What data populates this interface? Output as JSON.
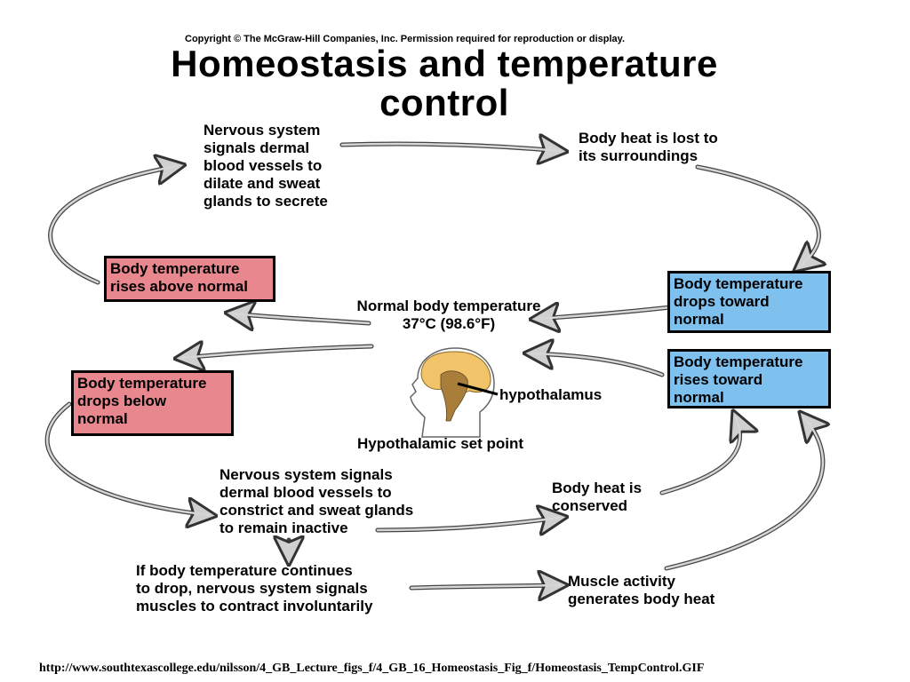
{
  "copyright": "Copyright © The McGraw-Hill Companies, Inc. Permission required for reproduction or display.",
  "title": "Homeostasis and temperature\ncontrol",
  "center": {
    "normal_temp": "Normal body temperature\n37°C (98.6°F)",
    "hypothalamus": "hypothalamus",
    "set_point": "Hypothalamic set point"
  },
  "warming_loop": {
    "rises_above": "Body temperature\nrises above normal",
    "nervous_dilate": "Nervous system\nsignals dermal\nblood vessels to\ndilate and sweat\nglands to secrete",
    "heat_lost": "Body heat is lost to\nits surroundings",
    "drops_toward": "Body temperature\ndrops toward\nnormal"
  },
  "cooling_loop": {
    "drops_below": "Body temperature\ndrops below\nnormal",
    "nervous_constrict": "Nervous system signals\ndermal blood vessels to\nconstrict and sweat glands\nto remain inactive",
    "heat_conserved": "Body heat is\nconserved",
    "continues_drop": "If body temperature continues\nto drop, nervous system signals\nmuscles to contract involuntarily",
    "muscle_activity": "Muscle activity\ngenerates body heat",
    "rises_toward": "Body temperature\nrises toward\nnormal"
  },
  "colors": {
    "pink_box": "#e8888e",
    "blue_box": "#7ec0ee",
    "arrow_fill": "#cfcfcf",
    "brain": "#f2c46a",
    "hypothalamus_region": "#a87e3a"
  },
  "footer": "http://www.southtexascollege.edu/nilsson/4_GB_Lecture_figs_f/4_GB_16_Homeostasis_Fig_f/Homeostasis_TempControl.GIF"
}
